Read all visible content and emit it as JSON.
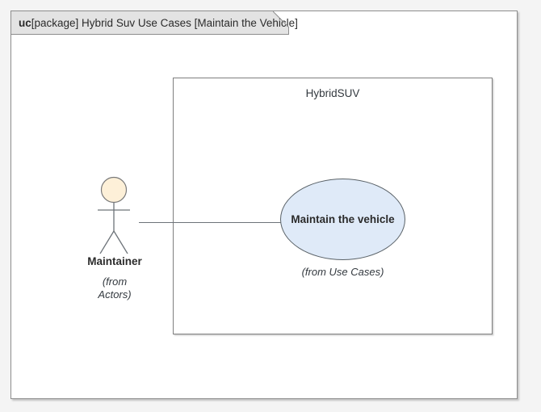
{
  "frame": {
    "kind": "uc",
    "title": "[package] Hybrid Suv Use Cases [Maintain the Vehicle]",
    "border_color": "#8d8d8d",
    "header_fill": "#e3e3e3",
    "body_fill": "#ffffff"
  },
  "canvas": {
    "background": "#f4f4f4"
  },
  "boundary": {
    "label": "HybridSUV",
    "fill": "#ffffff",
    "border_color": "#7f7f7f"
  },
  "actor": {
    "name": "Maintainer",
    "from_line_1": "(from",
    "from_line_2": "Actors)",
    "head_fill": "#fdf0d8",
    "stroke": "#6d7379",
    "icon": "actor-stick-figure"
  },
  "usecase": {
    "label": "Maintain the vehicle",
    "from": "(from Use Cases)",
    "fill": "#dfeaf8",
    "border_color": "#5a6268"
  },
  "association": {
    "name": "maintainer-to-maintain-the-vehicle",
    "stroke": "#6d7379"
  }
}
